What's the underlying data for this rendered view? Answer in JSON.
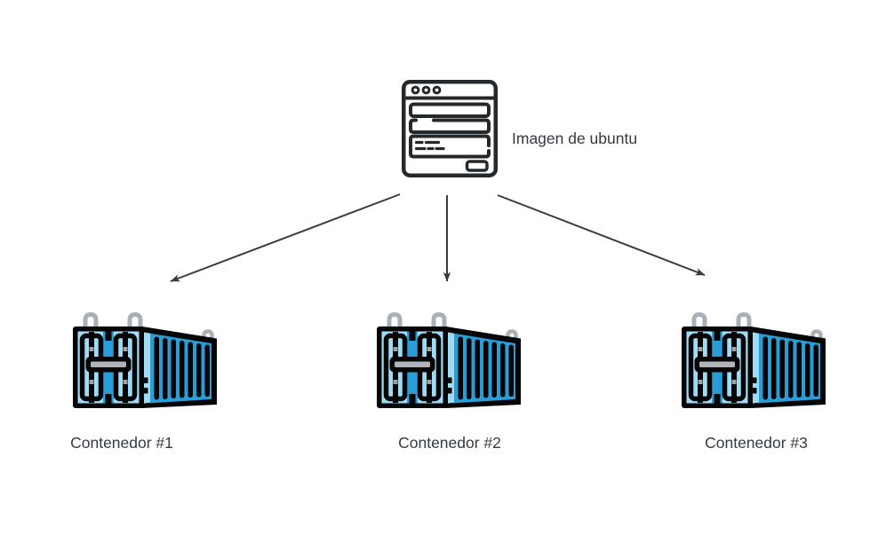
{
  "diagram": {
    "image_node": {
      "label": "Imagen de ubuntu",
      "icon": "browser-window-icon"
    },
    "containers": [
      {
        "label": "Contenedor #1",
        "icon": "shipping-container-icon"
      },
      {
        "label": "Contenedor #2",
        "icon": "shipping-container-icon"
      },
      {
        "label": "Contenedor #3",
        "icon": "shipping-container-icon"
      }
    ],
    "arrows": [
      {
        "from": "imagen-de-ubuntu",
        "to": "contenedor-1"
      },
      {
        "from": "imagen-de-ubuntu",
        "to": "contenedor-2"
      },
      {
        "from": "imagen-de-ubuntu",
        "to": "contenedor-3"
      }
    ],
    "colors": {
      "background": "#ffffff",
      "text": "#343a40",
      "arrow": "#383d42",
      "icon_stroke": "#26292c",
      "container_outline": "#050505",
      "container_light": "#9fdbf5",
      "container_mid": "#2a9cd6",
      "metal_gray": "#a9b0b6",
      "handle_gray": "#b0b4b8"
    }
  }
}
